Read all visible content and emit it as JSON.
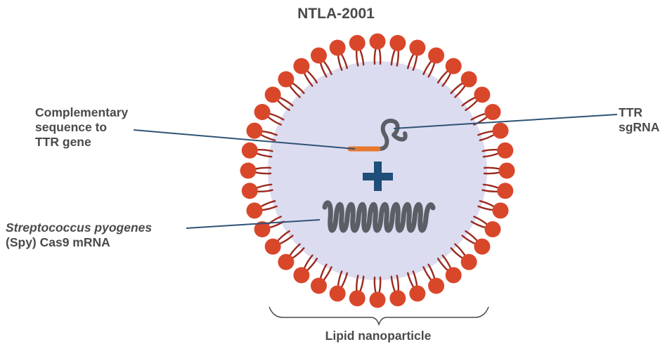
{
  "title": "NTLA-2001",
  "labels": {
    "complementary": [
      "Complementary",
      "sequence to",
      "TTR gene"
    ],
    "sgrna": [
      "TTR",
      "sgRNA"
    ],
    "cas9_species": "Streptococcus pyogenes",
    "cas9_rest": "(Spy) Cas9 mRNA",
    "lnp": "Lipid nanoparticle"
  },
  "colors": {
    "lipid_head": "#d9472b",
    "lipid_tail": "#9b2a1f",
    "core": "#dcdcf0",
    "plus": "#1e4e79",
    "guide_segment": "#e8772e",
    "rna": "#5a5f66",
    "pointer": "#2f5375",
    "text": "#4a4a4a"
  }
}
